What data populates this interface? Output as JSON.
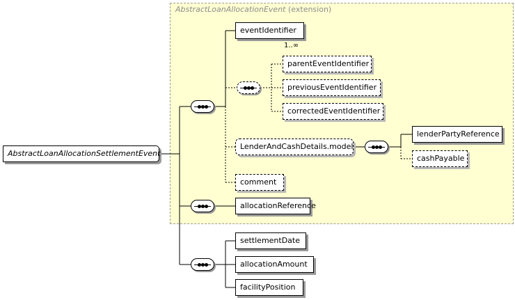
{
  "extension": {
    "type_name": "AbstractLoanAllocationEvent",
    "qualifier": "(extension)"
  },
  "root": {
    "label": "AbstractLoanAllocationSettlementEvent"
  },
  "elements": {
    "event_identifier": {
      "label": "eventIdentifier",
      "cardinality": "1..∞"
    },
    "parent_event_identifier": {
      "label": "parentEventIdentifier"
    },
    "previous_event_identifier": {
      "label": "previousEventIdentifier"
    },
    "corrected_event_identifier": {
      "label": "correctedEventIdentifier"
    },
    "lender_and_cash_details_model": {
      "label": "LenderAndCashDetails.model"
    },
    "lender_party_reference": {
      "label": "lenderPartyReference"
    },
    "cash_payable": {
      "label": "cashPayable"
    },
    "comment": {
      "label": "comment"
    },
    "allocation_reference": {
      "label": "allocationReference"
    },
    "settlement_date": {
      "label": "settlementDate"
    },
    "allocation_amount": {
      "label": "allocationAmount"
    },
    "facility_position": {
      "label": "facilityPosition"
    }
  }
}
